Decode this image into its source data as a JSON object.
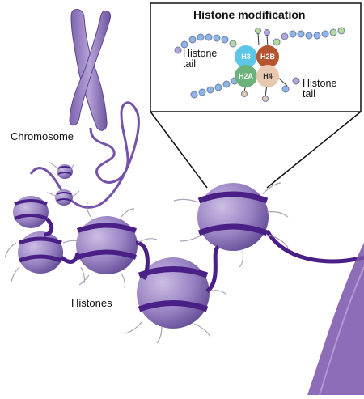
{
  "inset": {
    "title": "Histone modification",
    "tail_left": "Histone\ntail",
    "tail_right": "Histone\ntail",
    "cores": [
      "H3",
      "H2B",
      "H2A",
      "H4"
    ]
  },
  "labels": {
    "chromosome": "Chromosome",
    "histones": "Histones"
  },
  "colors": {
    "nucleosome": "#8e72b8",
    "band": "#4a1f86",
    "fiber": "#6a3fa0",
    "h3": "#5bc6e6",
    "h2b": "#b5542f",
    "h2a": "#6bb37a",
    "h4": "#e9c8b0",
    "bead_blue": "#8fb4e8",
    "bead_purple": "#b7a3d8",
    "bead_green": "#b6d8a0"
  }
}
